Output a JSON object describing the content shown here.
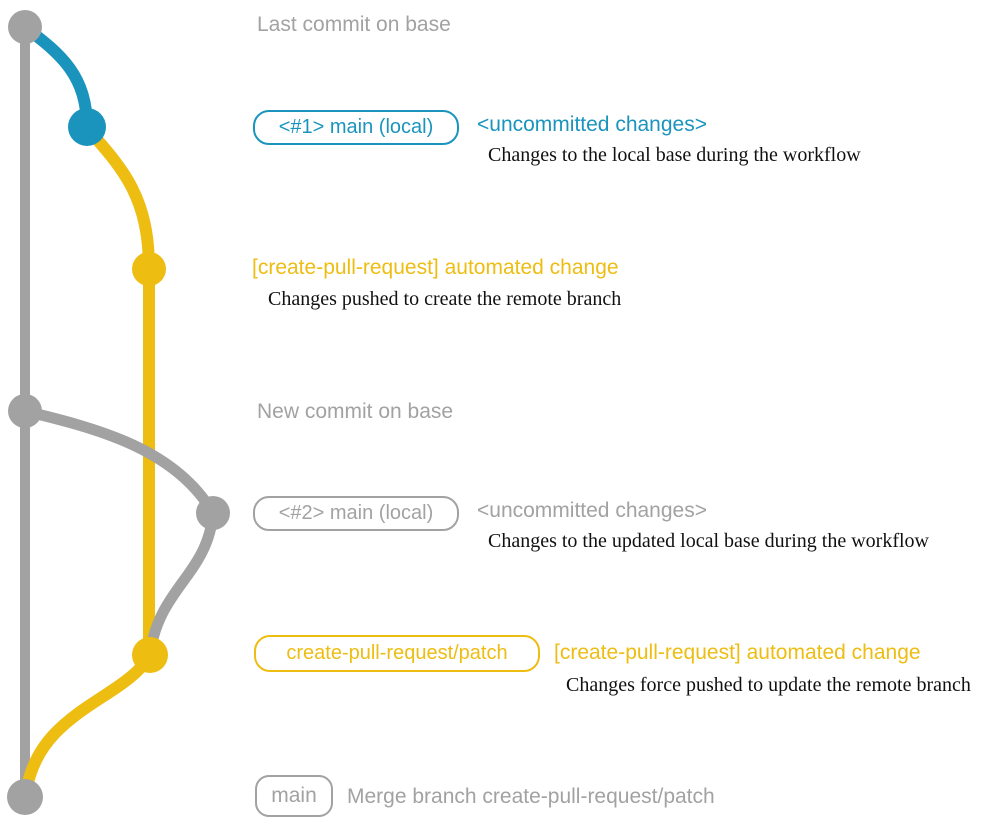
{
  "colors": {
    "teal": "#1b94bd",
    "yellow": "#eebd12",
    "gray": "#a2a2a2",
    "text_dark": "#111111",
    "background": "#ffffff"
  },
  "graph": {
    "branches": [
      {
        "name": "base",
        "color": "#a2a2a2"
      },
      {
        "name": "main (local)",
        "color": "#1b94bd"
      },
      {
        "name": "create-pull-request/patch",
        "color": "#eebd12"
      }
    ],
    "commit_count": 7
  },
  "annotations": {
    "last_commit": {
      "label": "Last commit on base"
    },
    "row1": {
      "badge": "<#1> main (local)",
      "title": "<uncommitted changes>",
      "caption": "Changes to the local base during the workflow"
    },
    "row2": {
      "title": "[create-pull-request] automated change",
      "caption": "Changes pushed to create the remote branch"
    },
    "new_commit": {
      "label": "New commit on base"
    },
    "row3": {
      "badge": "<#2> main (local)",
      "title": "<uncommitted changes>",
      "caption": "Changes to the updated local base during the workflow"
    },
    "row4": {
      "badge": "create-pull-request/patch",
      "title": "[create-pull-request] automated change",
      "caption": "Changes force pushed to update the remote branch"
    },
    "merge": {
      "badge": "main",
      "label": "Merge branch create-pull-request/patch"
    }
  }
}
